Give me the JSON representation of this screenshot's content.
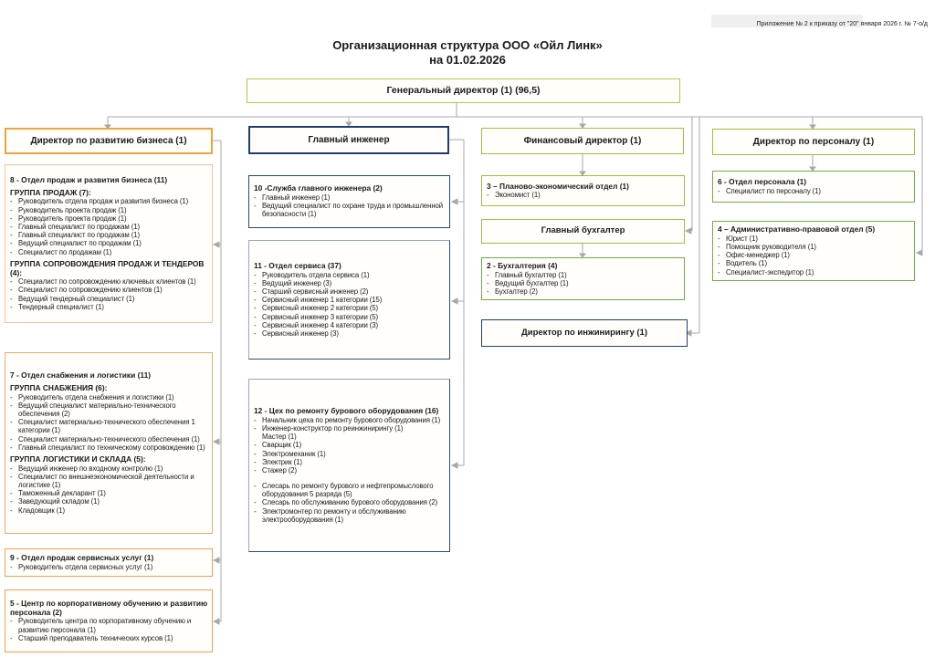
{
  "annotation": "Приложение № 2 к приказу от \"20\" января 2026 г. № 7-о/д",
  "title": {
    "line1": "Организационная структура ООО «Ойл Линк»",
    "line2": "на 01.02.2026"
  },
  "colors": {
    "ceo_border": "#b4c74b",
    "olive_border": "#a6ba3e",
    "green_border": "#6fae44",
    "orange_director": "#efa43b",
    "orange_dept": "#f2aa64",
    "navy_border": "#1f3c6e",
    "connector_gray": "#a8a8a8",
    "box_fill": "#fffefb"
  },
  "ceo": {
    "label": "Генеральный директор (1) (96,5)"
  },
  "directors": {
    "business": "Директор по развитию бизнеса (1)",
    "chief_engineer": "Главный инженер",
    "finance": "Финансовый директор (1)",
    "hr": "Директор по персоналу (1)",
    "chief_accountant": "Главный бухгалтер",
    "engineering": "Директор по инжинирингу (1)"
  },
  "boxes": {
    "b8": {
      "header": "8 - Отдел продаж и развития бизнеса (11)",
      "groups": [
        {
          "title": "ГРУППА ПРОДАЖ (7):",
          "items": [
            "Руководитель отдела продаж и развития бизнеса (1)",
            "Руководитель проекта продаж (1)",
            "Руководитель проекта продаж (1)",
            "Главный специалист по продажам (1)",
            "Главный специалист по продажам (1)",
            "Ведущий специалист по продажам (1)",
            "Специалист по продажам (1)"
          ]
        },
        {
          "title": "ГРУППА СОПРОВОЖДЕНИЯ ПРОДАЖ И ТЕНДЕРОВ (4):",
          "items": [
            "Специалист по сопровождению ключевых клиентов (1)",
            "Специалист по сопровождению клиентов (1)",
            "Ведущий тендерный специалист (1)",
            "Тендерный специалист (1)"
          ]
        }
      ]
    },
    "b7": {
      "header": "7 - Отдел снабжения и логистики (11)",
      "groups": [
        {
          "title": "ГРУППА СНАБЖЕНИЯ (6):",
          "items": [
            "Руководитель отдела снабжения и логистики (1)",
            "Ведущий специалист материально-технического обеспечения (2)",
            "Специалист материально-технического обеспечения 1 категории (1)",
            "Специалист материально-технического обеспечения (1)",
            "Главный специалист по техническому сопровождению (1)"
          ]
        },
        {
          "title": "ГРУППА ЛОГИСТИКИ И СКЛАДА (5):",
          "items": [
            "Ведущий инженер по входному контролю (1)",
            "Специалист по внешнеэкономической деятельности и логистике (1)",
            "Таможенный декларант (1)",
            "Заведующий складом (1)",
            "Кладовщик (1)"
          ]
        }
      ]
    },
    "b9": {
      "header": "9 - Отдел продаж сервисных услуг (1)",
      "items": [
        "Руководитель отдела сервисных услуг (1)"
      ]
    },
    "b5": {
      "header": "5 - Центр по корпоративному обучению и развитию персонала (2)",
      "items": [
        "Руководитель центра по корпоративному обучению и развитию персонала (1)",
        "Старший преподаватель технических курсов (1)"
      ]
    },
    "b10": {
      "header": "10 -Служба главного инженера (2)",
      "items": [
        "Главный инженер (1)",
        "Ведущий специалист по охране труда и промышленной безопасности (1)"
      ]
    },
    "b11": {
      "header": "11 - Отдел сервиса (37)",
      "items": [
        "Руководитель отдела сервиса (1)",
        "Ведущий инженер (3)",
        "Старший сервисный инженер (2)",
        "Сервисный инженер 1 категории (15)",
        "Сервисный инженер 2 категории (5)",
        "Сервисный инженер 3 категории (5)",
        "Сервисный инженер 4 категории (3)",
        "Сервисный инженер (3)"
      ]
    },
    "b12": {
      "header": "12 - Цех по ремонту бурового оборудования (16)",
      "items": [
        "Начальник цеха по ремонту бурового оборудования (1)",
        "Инженер-конструктор по реинжинирингу (1)",
        {
          "t": "Мастер (1)",
          "dash": false
        },
        "Сварщик (1)",
        "Электромеханик (1)",
        "Электрик (1)",
        "Стажер (2)",
        {
          "t": "Слесарь по ремонту бурового и нефтепромыслового оборудования 5 разряда (5)",
          "gap": true
        },
        "Слесарь по обслуживанию бурового оборудования (2)",
        "Электромонтер по ремонту и обслуживанию электрооборудования (1)"
      ]
    },
    "b3": {
      "header": "3 – Планово-экономический отдел (1)",
      "items": [
        "Экономист (1)"
      ]
    },
    "b2": {
      "header": "2 - Бухгалтерия (4)",
      "items": [
        "Главный бухгалтер (1)",
        "Ведущий бухгалтер (1)",
        "Бухгалтер (2)"
      ]
    },
    "b6": {
      "header": "6 - Отдел персонала (1)",
      "items": [
        "Специалист по персоналу (1)"
      ]
    },
    "b4": {
      "header": "4 – Административно-правовой отдел (5)",
      "items": [
        "Юрист (1)",
        "Помощник руководителя (1)",
        "Офис-менеджер (1)",
        "Водитель (1)",
        "Специалист-экспедитор (1)"
      ]
    }
  }
}
